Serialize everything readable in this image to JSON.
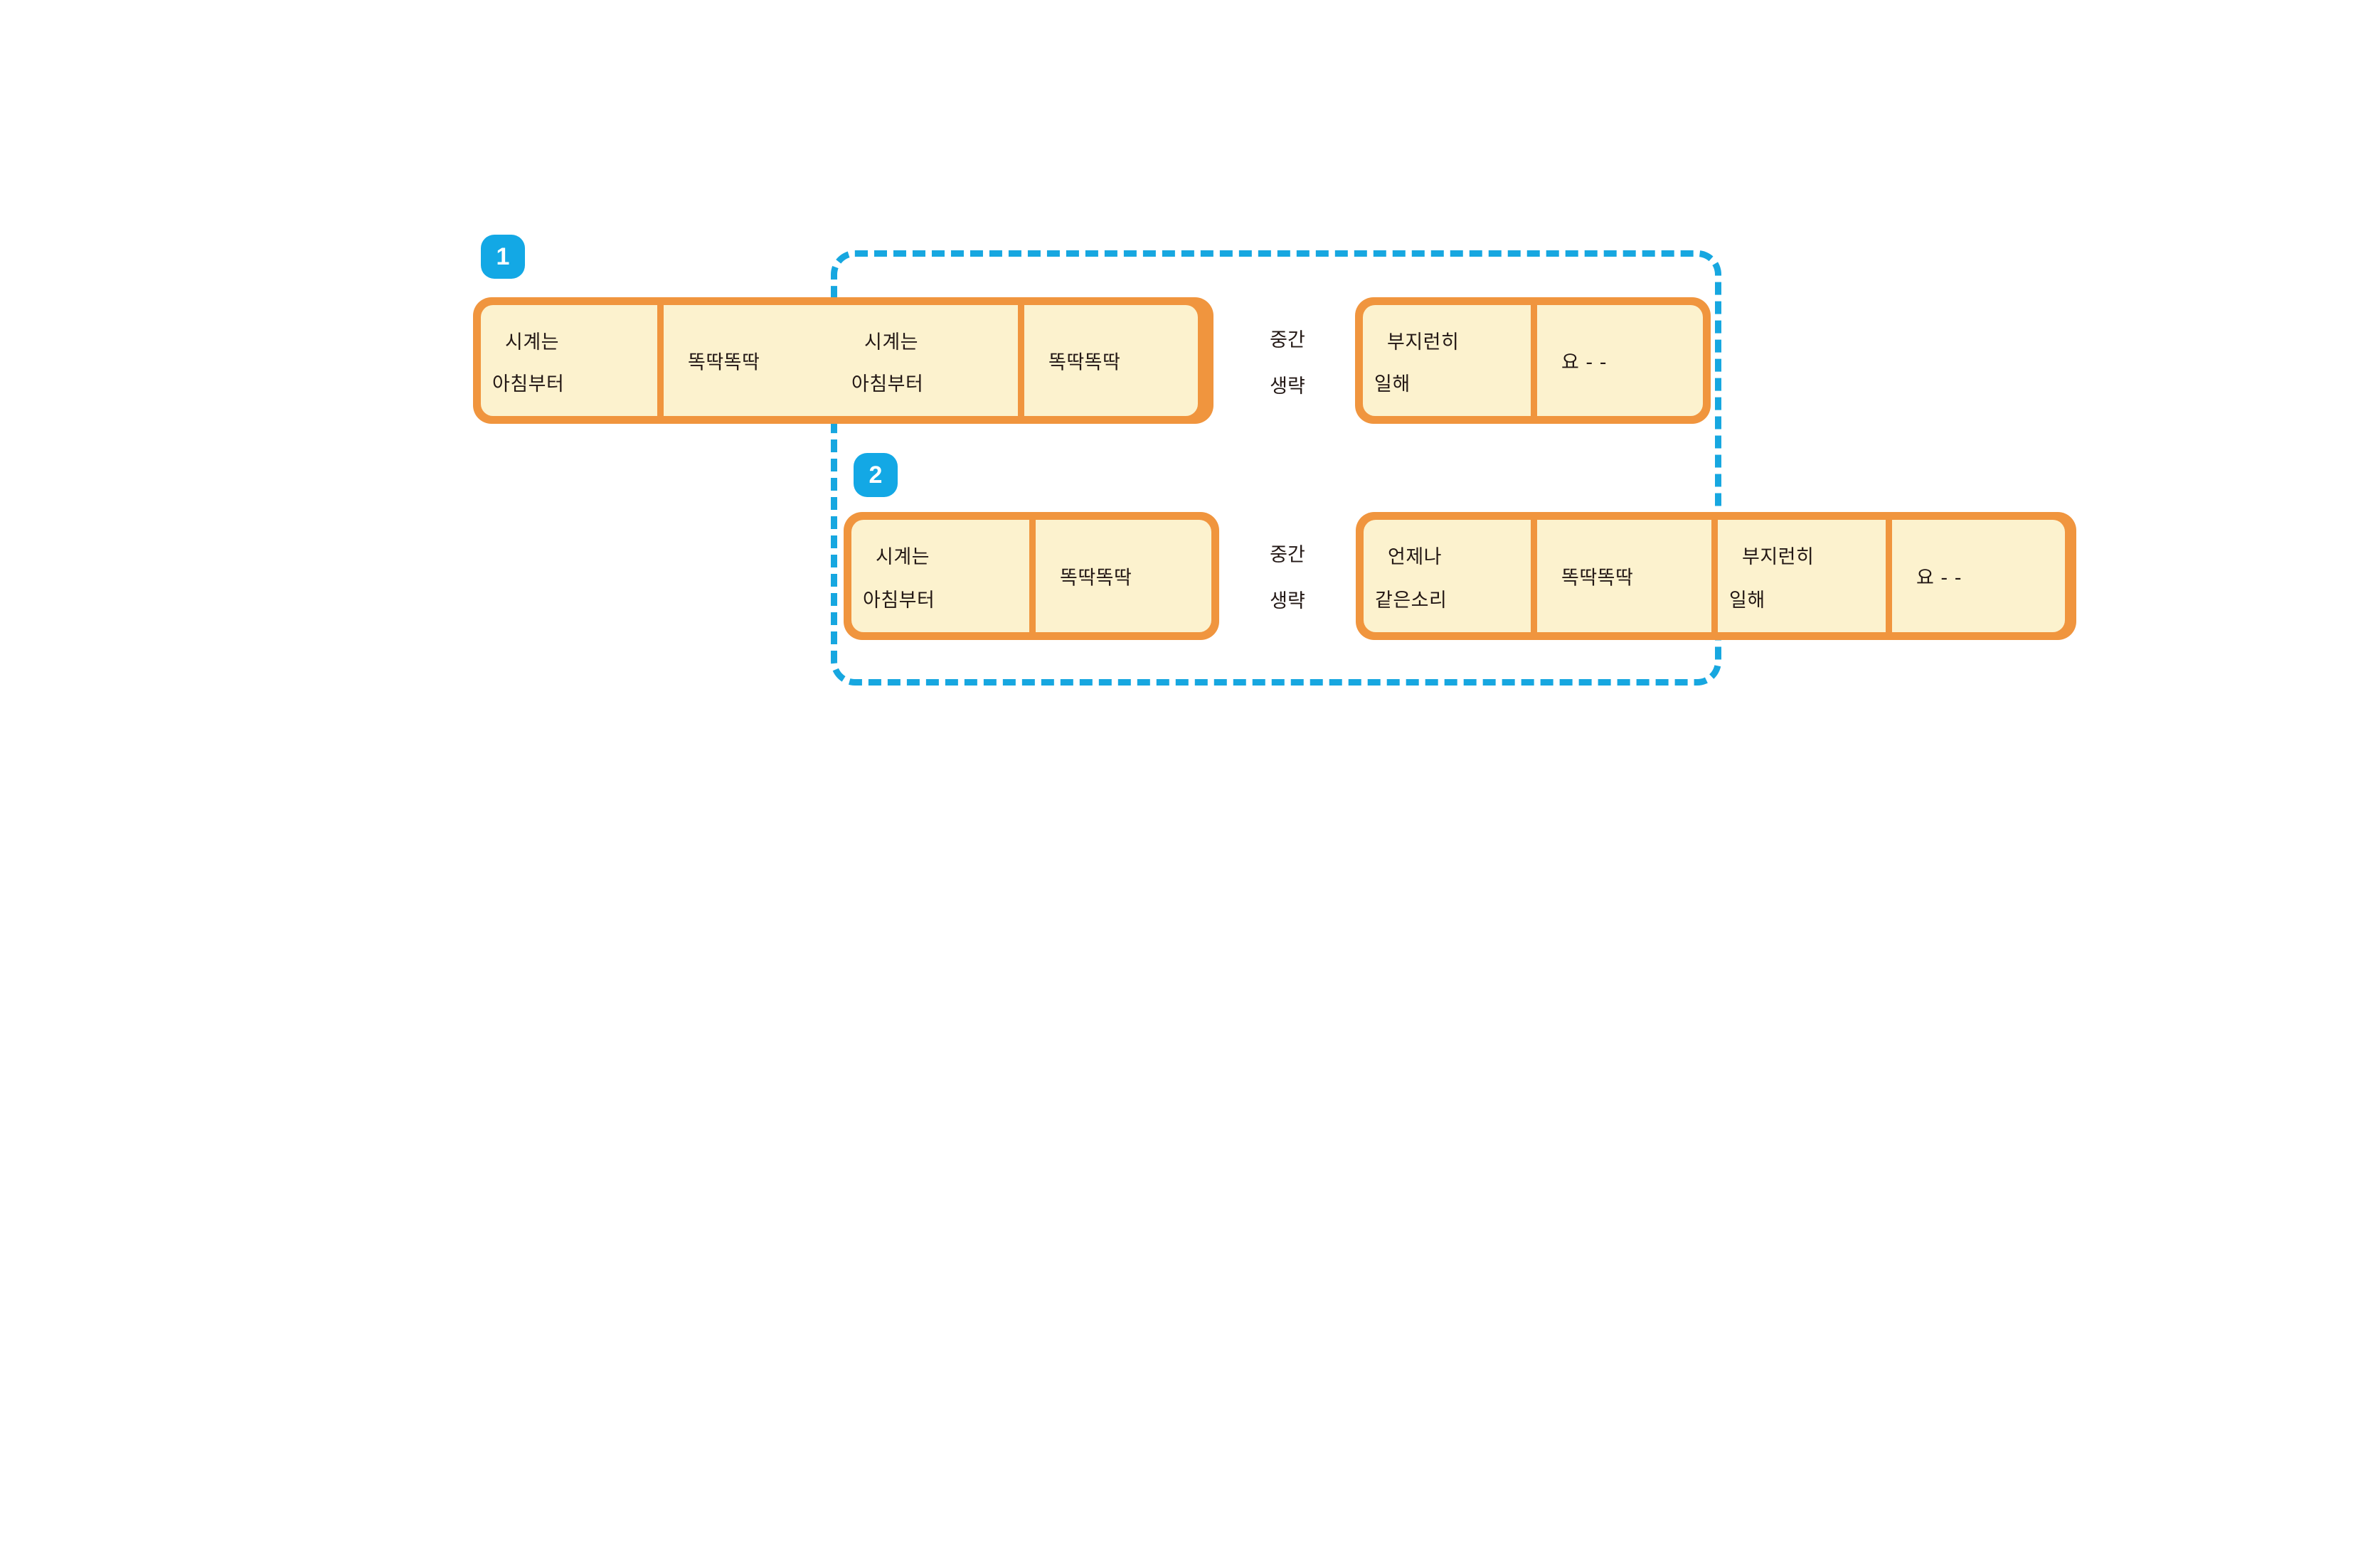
{
  "page": {
    "background": "#ffffff",
    "accent_orange": "#F0953E",
    "cell_fill": "#FCF2CE",
    "accent_blue": "#13A8E5",
    "text_color": "#231815"
  },
  "selection": {
    "name": "dashed-selection-region",
    "style": "dashed",
    "color": "#17A7E0"
  },
  "rows": [
    {
      "badge": "1",
      "omission": {
        "line1": "중간",
        "line2": "생략"
      },
      "groups": [
        {
          "id": "r1-g1",
          "cells": [
            {
              "top": "시계는",
              "bottom": "아침부터"
            },
            {
              "mid": "똑딱똑딱"
            }
          ]
        },
        {
          "id": "r1-g2",
          "cells": [
            {
              "top": "시계는",
              "bottom": "아침부터"
            },
            {
              "mid": "똑딱똑딱"
            }
          ]
        },
        {
          "id": "r1-g3",
          "cells": [
            {
              "top": "부지런히",
              "bottom": "일해"
            },
            {
              "mid": "요 -    -"
            }
          ]
        }
      ]
    },
    {
      "badge": "2",
      "omission": {
        "line1": "중간",
        "line2": "생략"
      },
      "groups": [
        {
          "id": "r2-g1",
          "cells": [
            {
              "top": "시계는",
              "bottom": "아침부터"
            },
            {
              "mid": "똑딱똑딱"
            }
          ]
        },
        {
          "id": "r2-g2",
          "cells": [
            {
              "top": "언제나",
              "bottom": "같은소리"
            },
            {
              "mid": "똑딱똑딱"
            },
            {
              "top": "부지런히",
              "bottom": "일해"
            },
            {
              "mid": "요 -    -"
            }
          ]
        }
      ]
    }
  ]
}
